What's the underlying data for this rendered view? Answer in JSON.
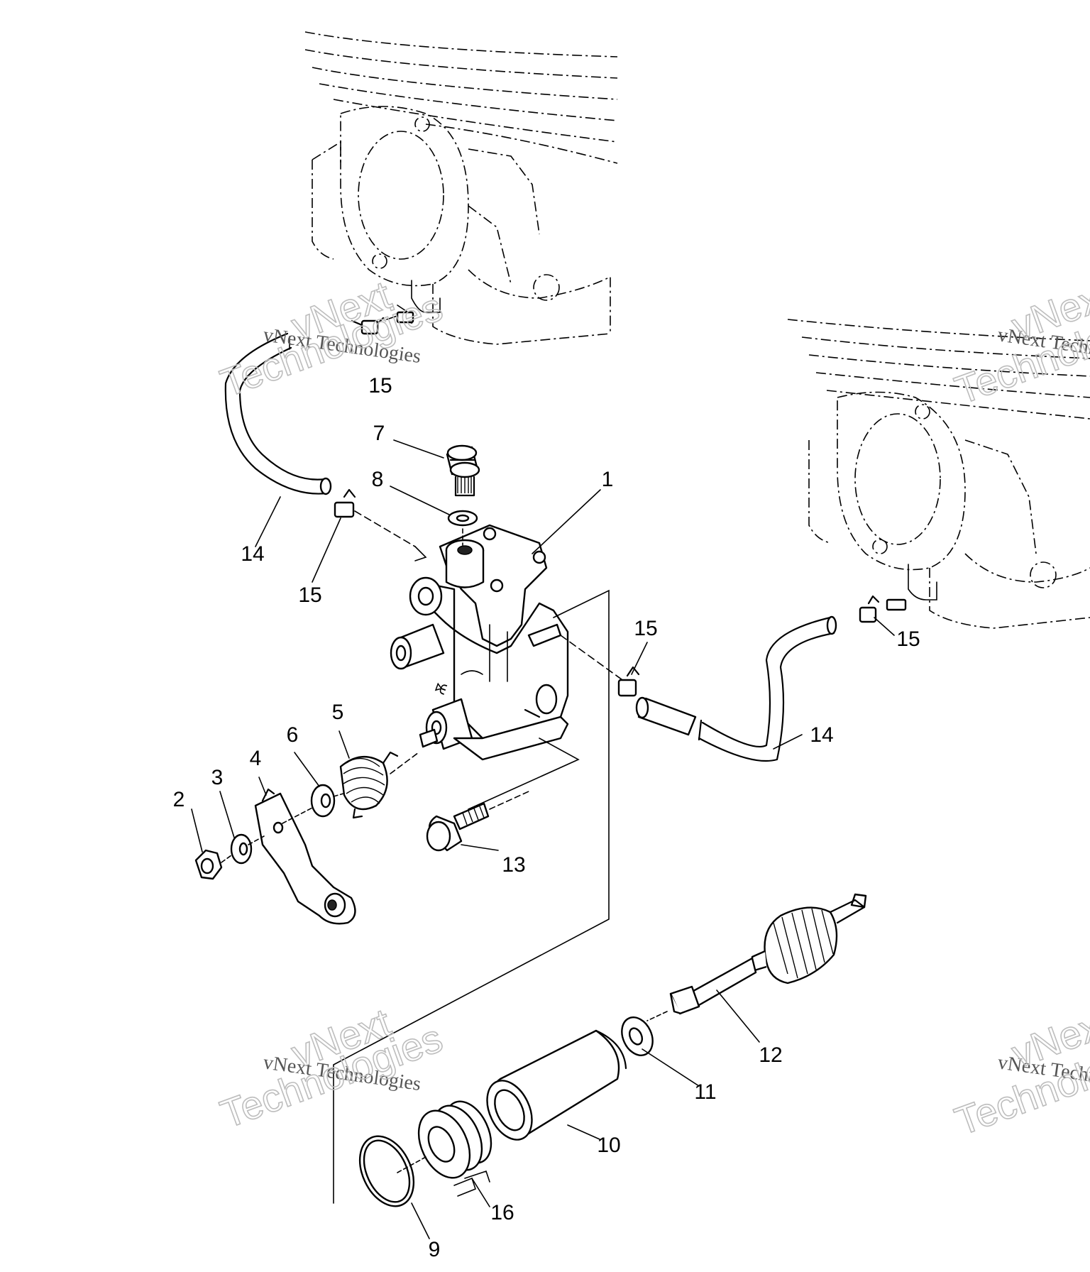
{
  "callouts": {
    "p1": "1",
    "p2": "2",
    "p3": "3",
    "p4": "4",
    "p5": "5",
    "p6": "6",
    "p7": "7",
    "p8": "8",
    "p9": "9",
    "p10": "10",
    "p11": "11",
    "p12": "12",
    "p13": "13",
    "p14_left": "14",
    "p14_right": "14",
    "p15_top": "15",
    "p15_left": "15",
    "p15_mid": "15",
    "p15_right": "15",
    "p16": "16"
  },
  "watermarks": {
    "brand_line": "vNext Technologies",
    "brand_word1": "vNext",
    "brand_word2": "Technologies"
  }
}
